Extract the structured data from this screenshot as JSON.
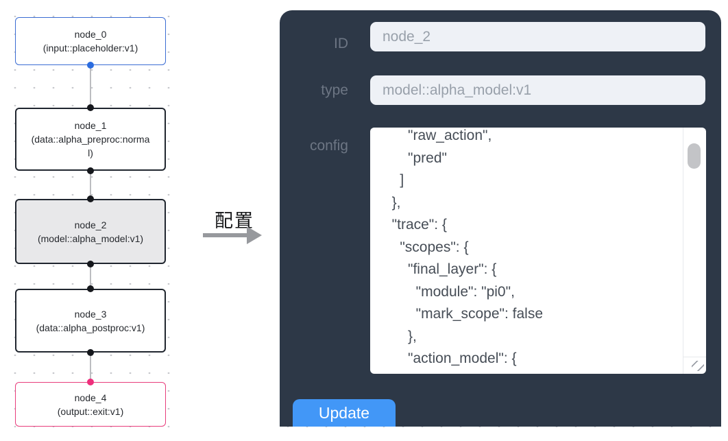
{
  "graph": {
    "nodes": [
      {
        "id": "node_0",
        "label": "node_0",
        "sublabel": "(input::placeholder:v1)",
        "kind": "input",
        "border_color": "#3a6cd3"
      },
      {
        "id": "node_1",
        "label": "node_1",
        "sublabel": "(data::alpha_preproc:normal)",
        "kind": "default",
        "border_color": "#20262f"
      },
      {
        "id": "node_2",
        "label": "node_2",
        "sublabel": "(model::alpha_model:v1)",
        "kind": "selected",
        "border_color": "#20262f"
      },
      {
        "id": "node_3",
        "label": "node_3",
        "sublabel": "(data::alpha_postproc:v1)",
        "kind": "default",
        "border_color": "#20262f"
      },
      {
        "id": "node_4",
        "label": "node_4",
        "sublabel": "(output::exit:v1)",
        "kind": "output",
        "border_color": "#e83d7c"
      }
    ],
    "port_colors": {
      "default": "#16181d",
      "input": "#2b6cdf",
      "output": "#ee2f7c"
    },
    "edge_color": "#bcbdc1"
  },
  "transition": {
    "label": "配置",
    "arrow_color": "#97999d"
  },
  "panel": {
    "background": "#2d3847",
    "fields": {
      "id": {
        "label": "ID",
        "value": "node_2"
      },
      "type": {
        "label": "type",
        "value": "model::alpha_model:v1"
      },
      "config": {
        "label": "config",
        "value": "      \"raw_action\",\n      \"pred\"\n    ]\n  },\n  \"trace\": {\n    \"scopes\": {\n      \"final_layer\": {\n        \"module\": \"pi0\",\n        \"mark_scope\": false\n      },\n      \"action_model\": {"
      }
    },
    "update_label": "Update",
    "accent_color": "#4297f7"
  }
}
